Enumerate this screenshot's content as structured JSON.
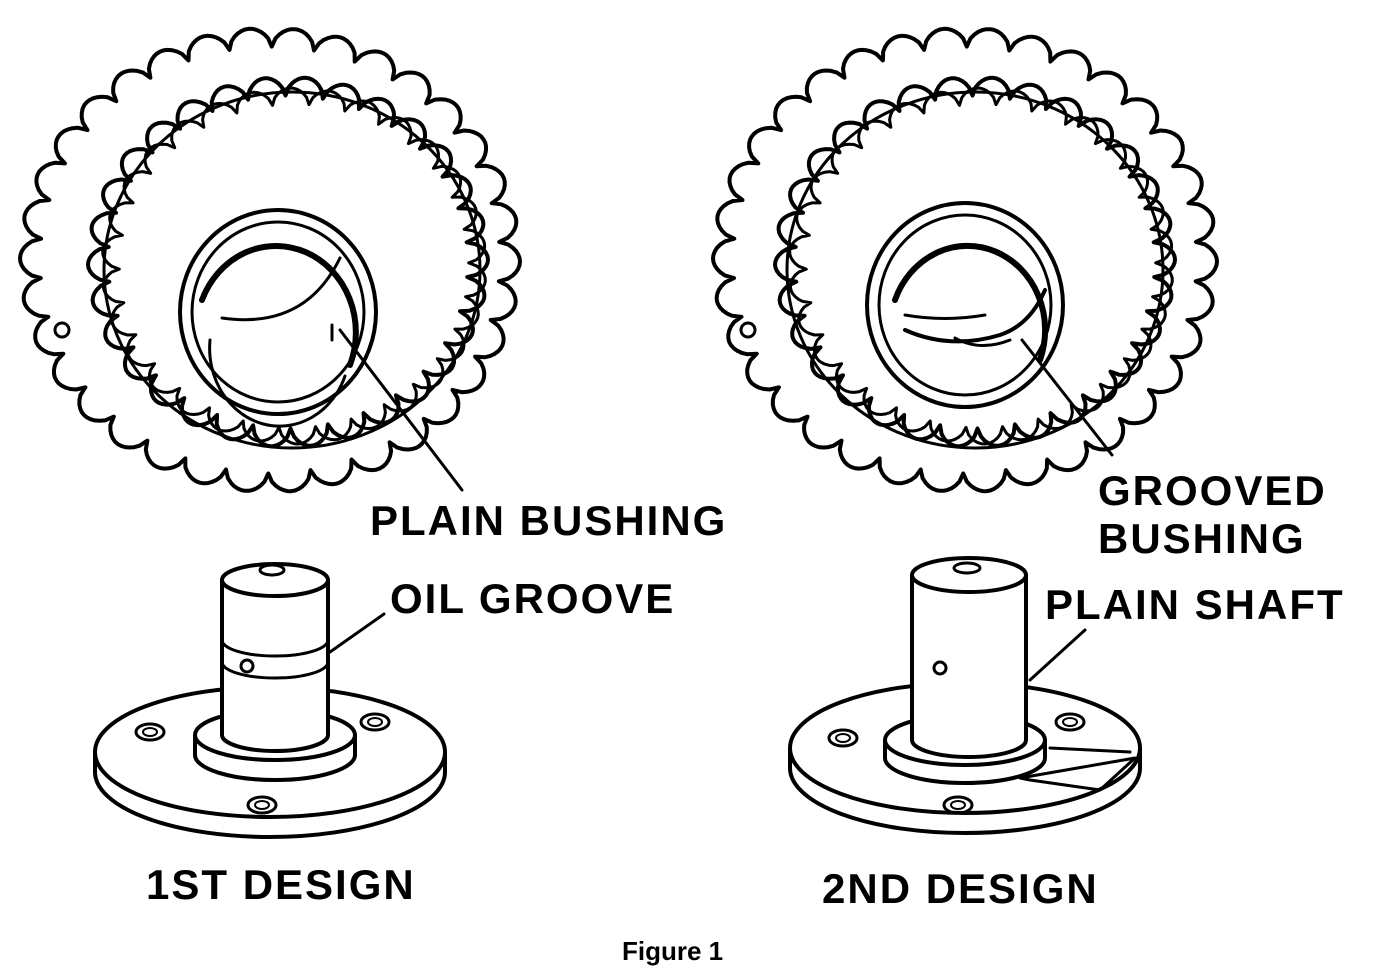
{
  "labels": {
    "plain_bushing": "PLAIN BUSHING",
    "oil_groove": "OIL GROOVE",
    "grooved_bushing_line1": "GROOVED",
    "grooved_bushing_line2": "BUSHING",
    "plain_shaft": "PLAIN SHAFT",
    "first_design": "1ST DESIGN",
    "second_design": "2ND DESIGN",
    "caption": "Figure 1"
  },
  "colors": {
    "ink": "#000000",
    "paper": "#ffffff"
  }
}
